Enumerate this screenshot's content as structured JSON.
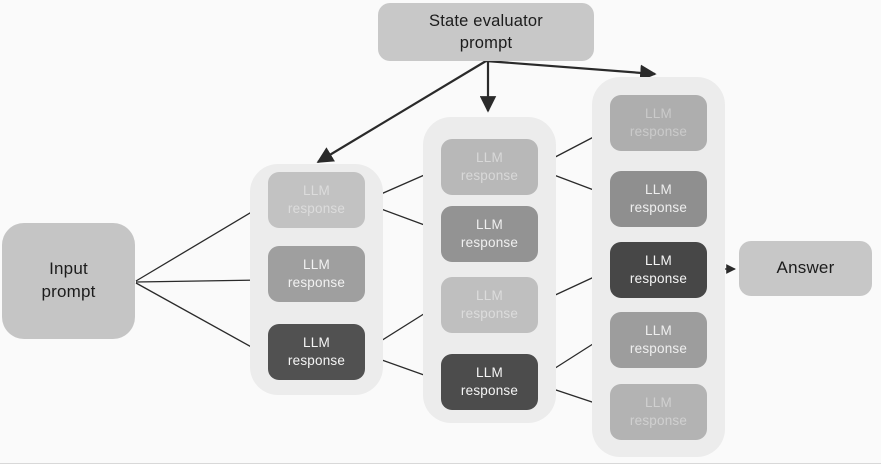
{
  "diagram": {
    "title": "tree-of-thoughts-llm-flow",
    "background_color": "#fafafa",
    "container_color": "#ececec",
    "arrow_color": "#2a2a2a",
    "llm_box_label": "LLM response",
    "nodes": {
      "input_prompt": {
        "label": "Input prompt",
        "bg": "#c5c5c5",
        "fg": "#1c1c1c"
      },
      "state_evaluator": {
        "label": "State evaluator prompt",
        "bg": "#c8c8c8",
        "fg": "#1c1c1c"
      },
      "answer": {
        "label": "Answer",
        "bg": "#c7c7c7",
        "fg": "#1c1c1c"
      }
    },
    "columns": [
      {
        "name": "level-1",
        "boxes": [
          {
            "id": "c1b1",
            "bg": "#c2c2c2",
            "fg": "#dcdcdc"
          },
          {
            "id": "c1b2",
            "bg": "#9f9f9f",
            "fg": "#f2f2f2"
          },
          {
            "id": "c1b3",
            "bg": "#515151",
            "fg": "#f5f5f5"
          }
        ]
      },
      {
        "name": "level-2",
        "boxes": [
          {
            "id": "c2b1",
            "bg": "#b8b8b8",
            "fg": "#d8d8d8"
          },
          {
            "id": "c2b2",
            "bg": "#939393",
            "fg": "#f0f0f0"
          },
          {
            "id": "c2b3",
            "bg": "#bfbfbf",
            "fg": "#dcdcdc"
          },
          {
            "id": "c2b4",
            "bg": "#4c4c4c",
            "fg": "#f5f5f5"
          }
        ]
      },
      {
        "name": "level-3",
        "boxes": [
          {
            "id": "c3b1",
            "bg": "#aeaeae",
            "fg": "#cacaca"
          },
          {
            "id": "c3b2",
            "bg": "#8f8f8f",
            "fg": "#eeeeee"
          },
          {
            "id": "c3b3",
            "bg": "#474747",
            "fg": "#f5f5f5"
          },
          {
            "id": "c3b4",
            "bg": "#9d9d9d",
            "fg": "#efefef"
          },
          {
            "id": "c3b5",
            "bg": "#b3b3b3",
            "fg": "#d0d0d0"
          }
        ]
      }
    ],
    "edges": [
      {
        "from": "input_prompt",
        "to": "c1b1"
      },
      {
        "from": "input_prompt",
        "to": "c1b2"
      },
      {
        "from": "input_prompt",
        "to": "c1b3"
      },
      {
        "from": "state_evaluator",
        "to": "col1"
      },
      {
        "from": "state_evaluator",
        "to": "col2"
      },
      {
        "from": "state_evaluator",
        "to": "col3"
      },
      {
        "from": "c1b1",
        "to": "c2b1"
      },
      {
        "from": "c1b1",
        "to": "c2b2"
      },
      {
        "from": "c1b3",
        "to": "c2b3"
      },
      {
        "from": "c1b3",
        "to": "c2b4"
      },
      {
        "from": "c2b1",
        "to": "c3b1"
      },
      {
        "from": "c2b1",
        "to": "c3b2"
      },
      {
        "from": "c2b3",
        "to": "c3b3"
      },
      {
        "from": "c2b4",
        "to": "c3b4"
      },
      {
        "from": "c2b4",
        "to": "c3b5"
      },
      {
        "from": "c3b3",
        "to": "answer"
      }
    ]
  }
}
